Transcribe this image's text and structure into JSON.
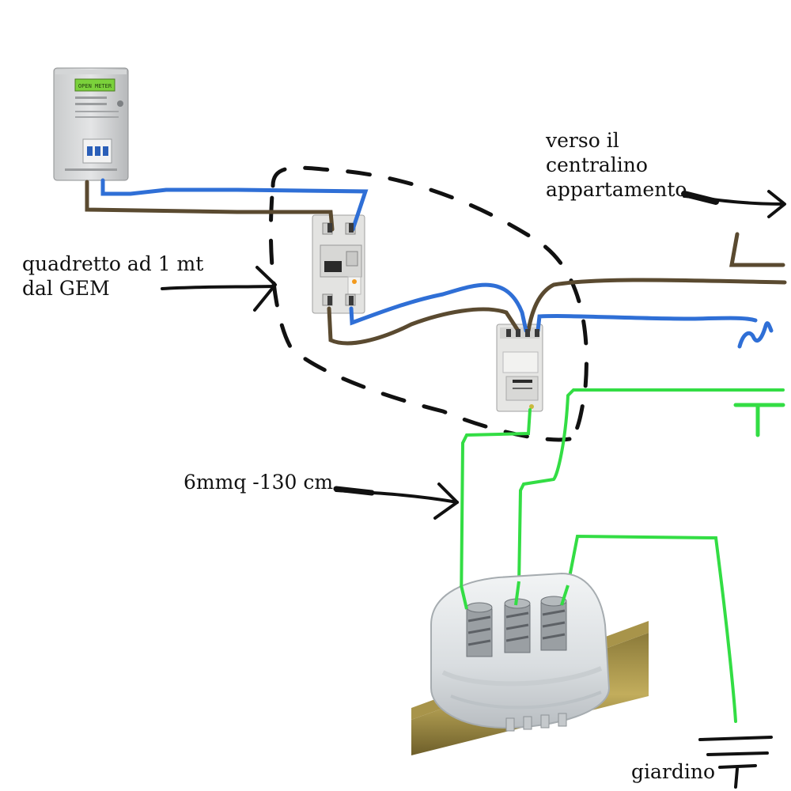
{
  "annotations": {
    "apartment_lines": [
      "verso il",
      "centralino",
      "appartamento"
    ],
    "panel_lines": [
      "quadretto ad 1 mt",
      "dal GEM"
    ],
    "cable_note": "6mmq -130 cm",
    "garden": "giardino"
  },
  "phase_labels": {
    "line": "L",
    "neutral": "N",
    "earth": "T"
  },
  "meter": {
    "display_text": "OPEN METER"
  },
  "colors": {
    "phase": "#5a4a30",
    "neutral": "#2f6fd6",
    "earth": "#33dd44",
    "marker": "#111111"
  }
}
